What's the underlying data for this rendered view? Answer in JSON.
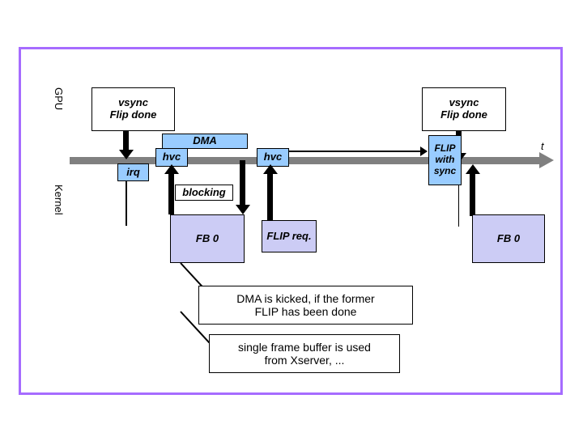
{
  "diagram": {
    "type": "timing-sequence",
    "lanes": [
      {
        "id": "gpu",
        "label": "GPU"
      },
      {
        "id": "kernel",
        "label": "Kernel"
      }
    ],
    "timeline": {
      "axis_label": "t",
      "color": "#808080",
      "direction": "left-to-right"
    },
    "colors": {
      "frame": "#A66CFF",
      "timeline": "#808080",
      "blue_box": "#99CCFF",
      "lavender_box": "#CCCCF5",
      "white_box": "#FFFFFF",
      "stroke": "#000000"
    },
    "events": {
      "vsync_left": "vsync\nFlip done",
      "vsync_left_line1": "vsync",
      "vsync_left_line2": "Flip done",
      "vsync_right_line1": "vsync",
      "vsync_right_line2": "Flip done",
      "irq": "irq",
      "hvc_first": "hvc",
      "hvc_second": "hvc",
      "dma": "DMA",
      "blocking": "blocking",
      "fb0_left": "FB 0",
      "flip_req": "FLIP req.",
      "flip_with_sync_line1": "FLIP",
      "flip_with_sync_line2": "with",
      "flip_with_sync_line3": "sync",
      "fb0_right": "FB 0"
    },
    "notes": [
      {
        "id": "note-dma",
        "line1": "DMA is kicked, if the former",
        "line2": "FLIP has been done"
      },
      {
        "id": "note-fb",
        "line1": "single frame buffer is used",
        "line2": "from Xserver, ..."
      }
    ]
  }
}
